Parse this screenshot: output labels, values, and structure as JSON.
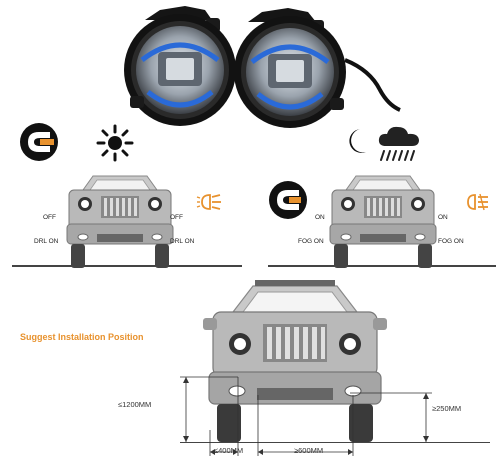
{
  "scene1": {
    "left_top_label": "OFF",
    "right_top_label": "OFF",
    "left_bottom_label": "DRL ON",
    "right_bottom_label": "DRL ON"
  },
  "scene2": {
    "left_top_label": "ON",
    "right_top_label": "ON",
    "left_bottom_label": "FOG ON",
    "right_bottom_label": "FOG ON"
  },
  "installation": {
    "title": "Suggest Installation Position",
    "height_label": "≤1200MM",
    "ground_label": "≥250MM",
    "edge_label": "≤400MM",
    "spacing_label": "≥600MM"
  },
  "icons": {
    "day": [
      "drl-switch-icon",
      "sun-icon",
      "drl-lamp-icon"
    ],
    "night": [
      "moon-icon",
      "rain-cloud-icon",
      "fog-switch-icon",
      "fog-lamp-icon"
    ]
  },
  "colors": {
    "accent_orange": "#e8922e",
    "lens_blue": "#2a6ad8",
    "car_gray": "#b9b9b9"
  }
}
